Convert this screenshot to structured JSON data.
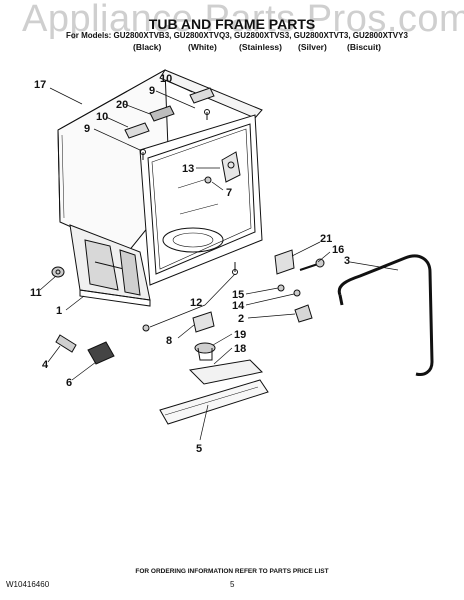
{
  "watermark": "Appliance Parts Pros.com",
  "title": "TUB AND FRAME PARTS",
  "models_line": "For Models: GU2800XTVB3, GU2800XTVQ3, GU2800XTVS3, GU2800XTVT3, GU2800XTVY3",
  "colors": [
    "(Black)",
    "(White)",
    "(Stainless)",
    "(Silver)",
    "(Biscuit)"
  ],
  "callouts": [
    "17",
    "10",
    "9",
    "20",
    "10",
    "9",
    "13",
    "7",
    "21",
    "16",
    "3",
    "11",
    "1",
    "12",
    "15",
    "14",
    "2",
    "8",
    "19",
    "18",
    "4",
    "6",
    "5"
  ],
  "footer": "FOR ORDERING INFORMATION REFER TO PARTS PRICE LIST",
  "doc_number": "W10416460",
  "page_number": "5"
}
